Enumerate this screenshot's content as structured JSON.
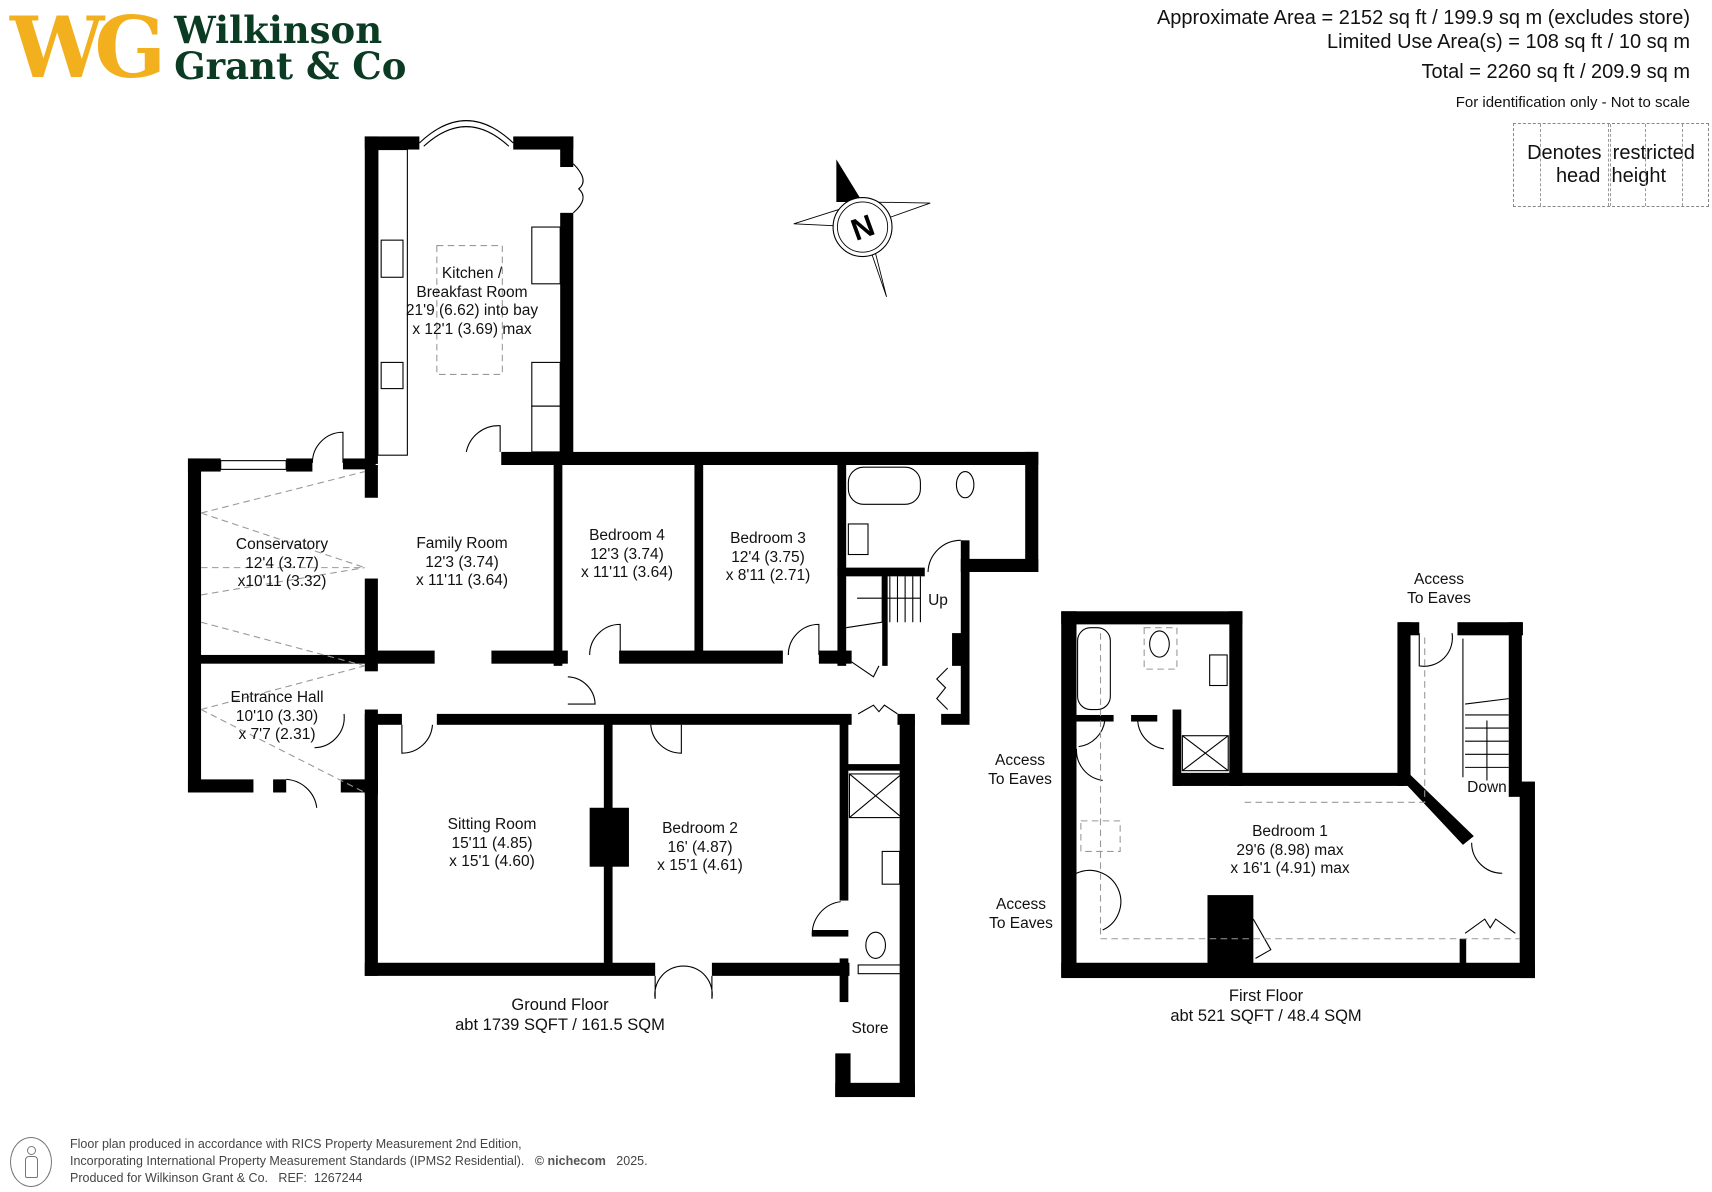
{
  "logo": {
    "mark": "WG",
    "name_line1": "Wilkinson",
    "name_line2": "Grant & Co",
    "mark_color": "#f2b01e",
    "name_color": "#0c3b24"
  },
  "areas": {
    "approximate": "Approximate Area = 2152 sq ft / 199.9 sq m (excludes store)",
    "limited": "Limited Use Area(s) = 108 sq ft / 10 sq m",
    "total": "Total = 2260 sq ft / 209.9 sq m",
    "note": "For identification only - Not to scale"
  },
  "legend": {
    "line1": "Denotes  restricted",
    "line2": "head  height"
  },
  "compass": {
    "label": "N"
  },
  "ground_floor": {
    "title": "Ground Floor",
    "area": "abt 1739 SQFT / 161.5 SQM",
    "rooms": [
      {
        "name": "Kitchen /",
        "line2": "Breakfast Room",
        "dim1": "21'9 (6.62) into bay",
        "dim2": "x 12'1 (3.69) max"
      },
      {
        "name": "Conservatory",
        "dim1": "12'4 (3.77)",
        "dim2": "x10'11 (3.32)"
      },
      {
        "name": "Family Room",
        "dim1": "12'3 (3.74)",
        "dim2": "x 11'11 (3.64)"
      },
      {
        "name": "Bedroom 4",
        "dim1": "12'3 (3.74)",
        "dim2": "x 11'11 (3.64)"
      },
      {
        "name": "Bedroom 3",
        "dim1": "12'4 (3.75)",
        "dim2": "x 8'11 (2.71)"
      },
      {
        "name": "Entrance Hall",
        "dim1": "10'10 (3.30)",
        "dim2": "x 7'7 (2.31)"
      },
      {
        "name": "Sitting Room",
        "dim1": "15'11 (4.85)",
        "dim2": "x 15'1 (4.60)"
      },
      {
        "name": "Bedroom 2",
        "dim1": "16' (4.87)",
        "dim2": "x 15'1 (4.61)"
      }
    ],
    "stairs_label": "Up",
    "store_label": "Store"
  },
  "first_floor": {
    "title": "First Floor",
    "area": "abt 521 SQFT / 48.4 SQM",
    "rooms": [
      {
        "name": "Bedroom 1",
        "dim1": "29'6 (8.98) max",
        "dim2": "x 16'1 (4.91) max"
      }
    ],
    "stairs_label": "Down",
    "access_eaves": [
      "Access",
      "To Eaves"
    ]
  },
  "footer": {
    "line1": "Floor plan produced in accordance with RICS Property Measurement 2nd Edition,",
    "line2": "Incorporating International Property Measurement Standards (IPMS2 Residential).",
    "copyright": "© nichecom",
    "year": "2025.",
    "line3": "Produced for Wilkinson Grant & Co.   REF:  1267244"
  }
}
